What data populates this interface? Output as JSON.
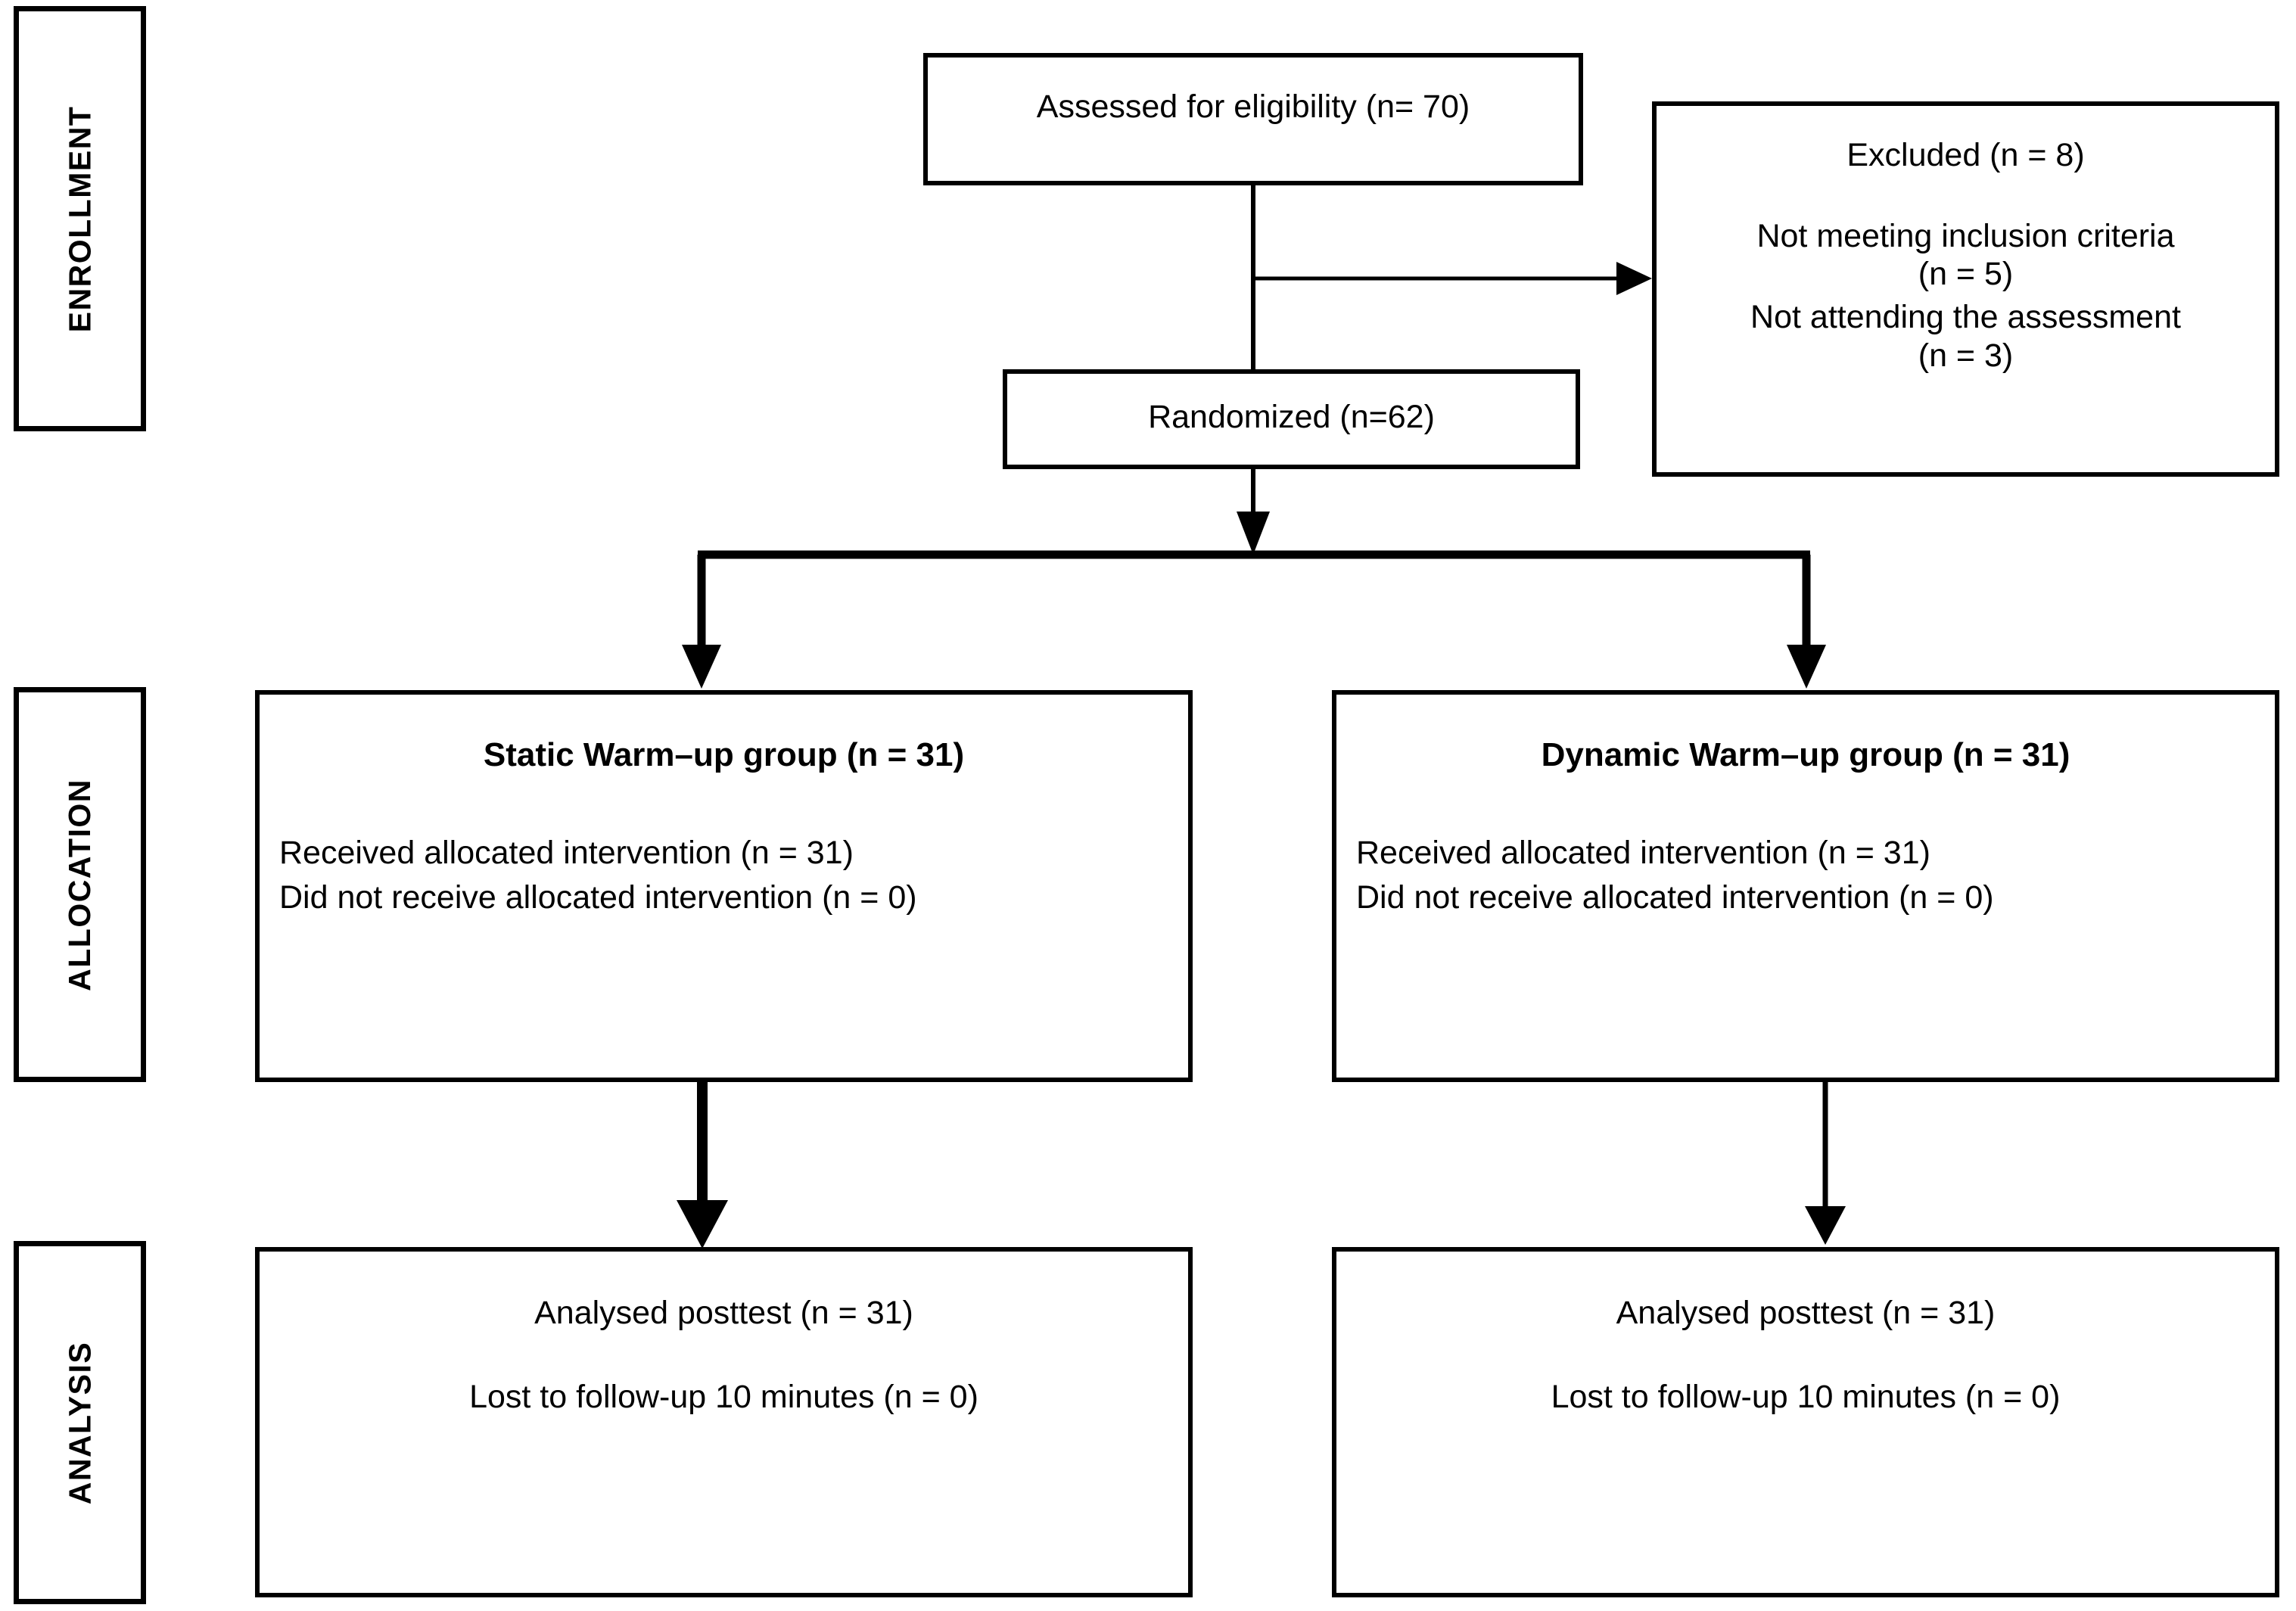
{
  "diagram": {
    "type": "consort-flow-diagram",
    "stages": [
      {
        "id": "enrollment",
        "label": "ENROLLMENT"
      },
      {
        "id": "allocation",
        "label": "ALLOCATION"
      },
      {
        "id": "analysis",
        "label": "ANALYSIS"
      }
    ],
    "nodes": {
      "assessed": {
        "lines": [
          "Assessed for eligibility (n= 70)"
        ]
      },
      "excluded": {
        "title": "Excluded (n = 8)",
        "lines": [
          "Not meeting inclusion criteria",
          "(n = 5)",
          "Not attending the assessment",
          "(n = 3)"
        ]
      },
      "randomized": {
        "lines": [
          "Randomized (n=62)"
        ]
      },
      "allocation_left": {
        "title": "Static Warm–up group (n = 31)",
        "lines": [
          "Received allocated intervention (n = 31)",
          "Did not receive allocated intervention (n = 0)"
        ]
      },
      "allocation_right": {
        "title": "Dynamic Warm–up group (n = 31)",
        "lines": [
          "Received allocated intervention (n = 31)",
          "Did not receive allocated intervention (n = 0)"
        ]
      },
      "analysis_left": {
        "lines": [
          "Analysed posttest (n = 31)",
          "Lost to follow-up 10 minutes (n = 0)"
        ]
      },
      "analysis_right": {
        "lines": [
          "Analysed posttest (n = 31)",
          "Lost to follow-up 10 minutes (n = 0)"
        ]
      }
    },
    "colors": {
      "stroke": "#000000",
      "background": "#ffffff",
      "text": "#000000"
    }
  }
}
